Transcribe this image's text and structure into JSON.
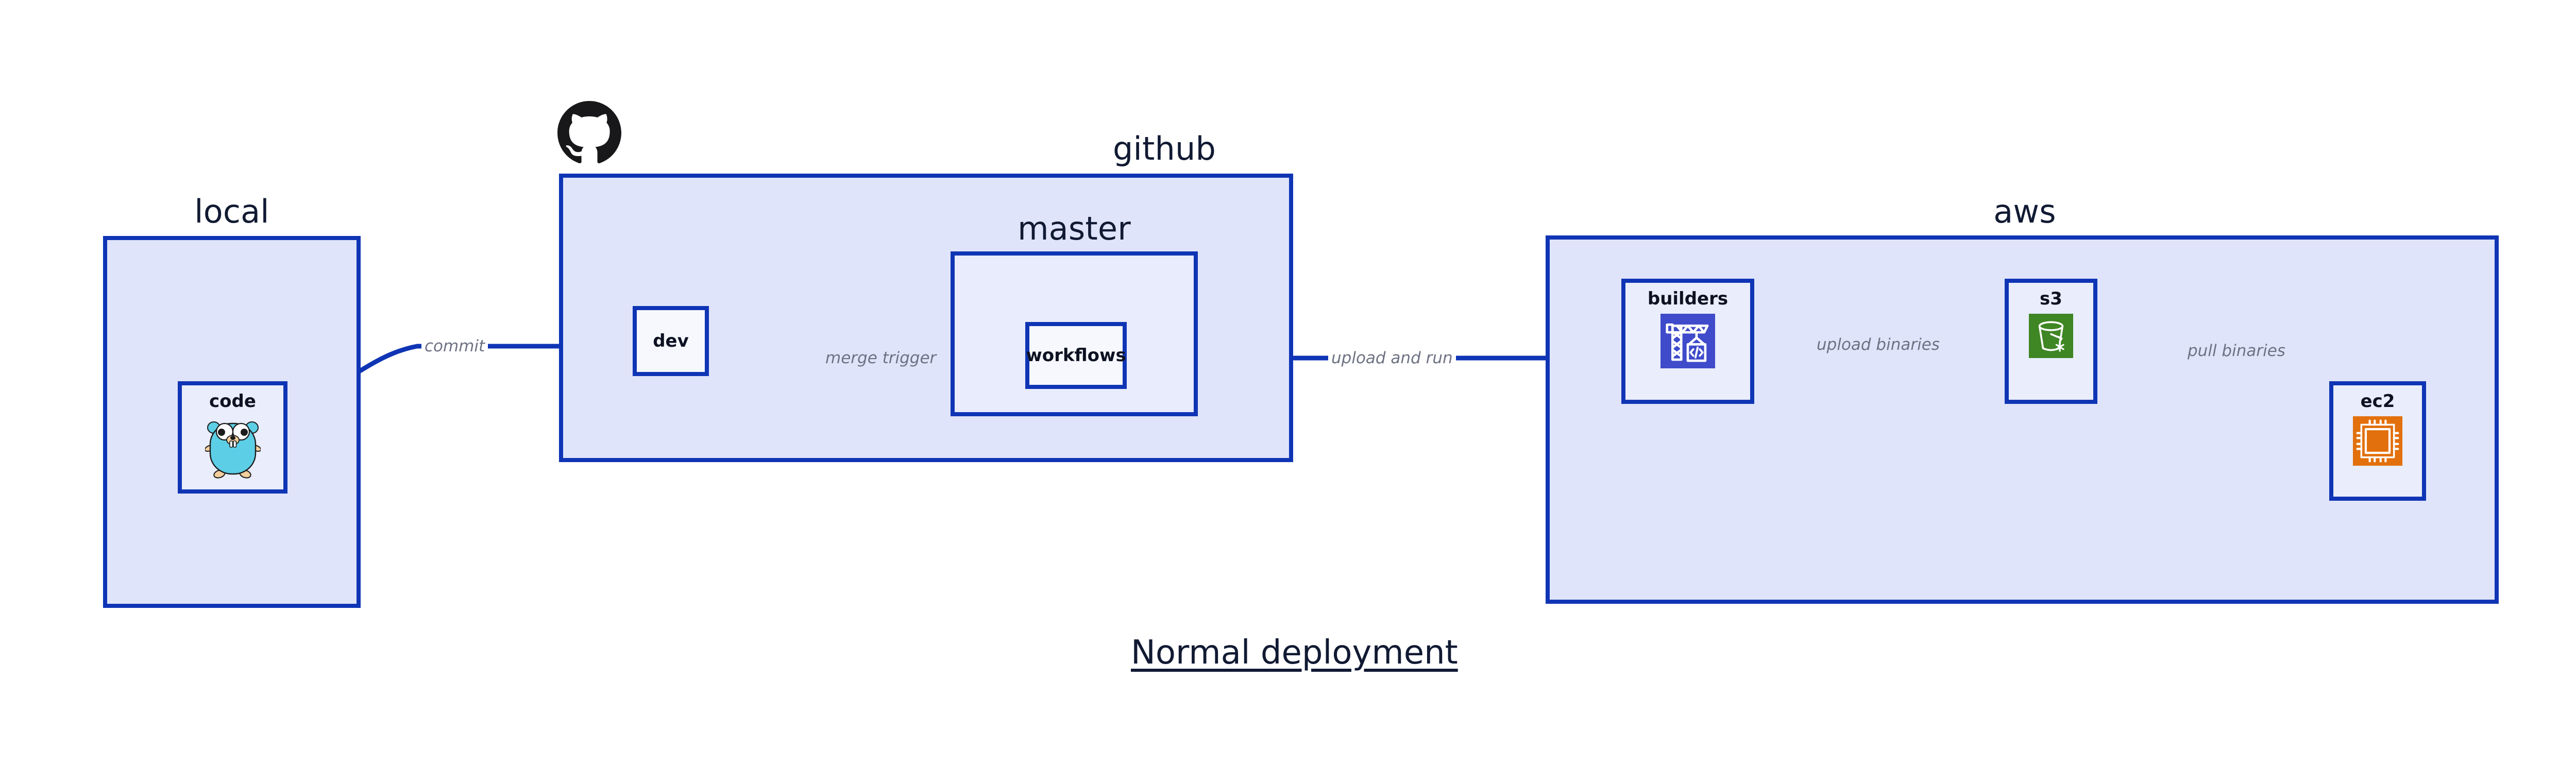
{
  "caption": "Normal deployment",
  "groups": [
    {
      "id": "local",
      "label": "local"
    },
    {
      "id": "github",
      "label": "github"
    },
    {
      "id": "master",
      "label": "master"
    },
    {
      "id": "aws",
      "label": "aws"
    }
  ],
  "nodes": [
    {
      "id": "code",
      "label": "code",
      "icon": "go-gopher-icon"
    },
    {
      "id": "dev",
      "label": "dev",
      "icon": "none"
    },
    {
      "id": "workflows",
      "label": "workflows",
      "icon": "none"
    },
    {
      "id": "builders",
      "label": "builders",
      "icon": "aws-codebuild-icon"
    },
    {
      "id": "s3",
      "label": "s3",
      "icon": "aws-s3-icon"
    },
    {
      "id": "ec2",
      "label": "ec2",
      "icon": "aws-ec2-icon"
    }
  ],
  "edges": [
    {
      "id": "commit",
      "label": "commit",
      "from": "code",
      "to": "dev"
    },
    {
      "id": "merge-trigger",
      "label": "merge trigger",
      "from": "dev",
      "to": "workflows"
    },
    {
      "id": "upload-and-run",
      "label": "upload and run",
      "from": "workflows",
      "to": "builders"
    },
    {
      "id": "upload-binaries",
      "label": "upload binaries",
      "from": "builders",
      "to": "s3"
    },
    {
      "id": "pull-binaries",
      "label": "pull binaries",
      "from": "s3",
      "to": "ec2"
    }
  ],
  "logos": [
    {
      "id": "github-logo",
      "name": "github-octocat-logo"
    }
  ],
  "colors": {
    "edge": "#0f35b5",
    "group_border": "#0f35b5",
    "group_fill": "#dfe4fa",
    "nested_group_fill": "#e8ecfc",
    "node_fill": "#e9edfc",
    "plain_node_fill": "#f6f8fe",
    "label_text": "#111a33",
    "edge_label_text": "#6d7283",
    "codebuild": "#3f4bca",
    "s3": "#3f8624",
    "ec2": "#e2700d",
    "gopher": "#5ccfe6"
  }
}
